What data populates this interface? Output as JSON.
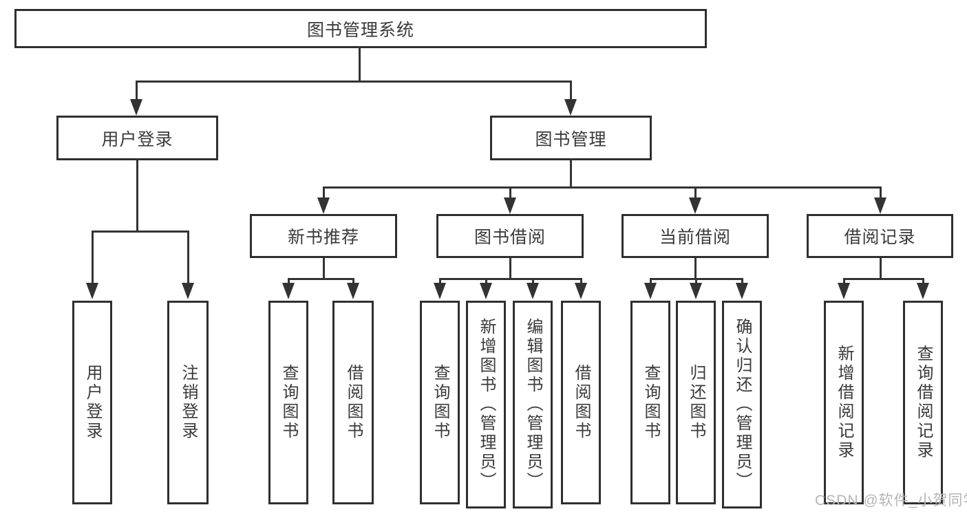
{
  "diagram": {
    "root": {
      "label": "图书管理系统"
    },
    "branches": [
      {
        "label": "用户登录",
        "children": [
          "用户登录",
          "注销登录"
        ]
      },
      {
        "label": "图书管理",
        "children": [
          {
            "label": "新书推荐",
            "children": [
              "查询图书",
              "借阅图书"
            ]
          },
          {
            "label": "图书借阅",
            "children": [
              "查询图书",
              "新增图书（管理员）",
              "编辑图书（管理员）",
              "借阅图书"
            ]
          },
          {
            "label": "当前借阅",
            "children": [
              "查询图书",
              "归还图书",
              "确认归还（管理员）"
            ]
          },
          {
            "label": "借阅记录",
            "children": [
              "新增借阅记录",
              "查询借阅记录"
            ]
          }
        ]
      }
    ]
  },
  "colors": {
    "line": "#333333",
    "border": "#2f2f2f",
    "text": "#3a3a3a",
    "watermark": "#b5b5b5"
  },
  "watermark": "CSDN @软件_小贺同学"
}
